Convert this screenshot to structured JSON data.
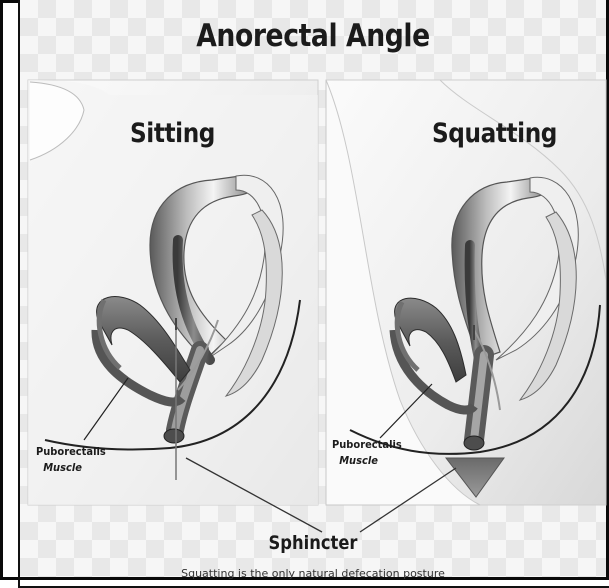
{
  "diagram": {
    "title": "Anorectal Angle",
    "panels": [
      {
        "label": "Sitting",
        "muscle_label": "Puborectalis",
        "muscle_sub": "Muscle"
      },
      {
        "label": "Squatting",
        "muscle_label": "Puborectalis",
        "muscle_sub": "Muscle"
      }
    ],
    "shared_label": "Sphincter",
    "caption": "Squatting is the only natural defecation posture"
  }
}
